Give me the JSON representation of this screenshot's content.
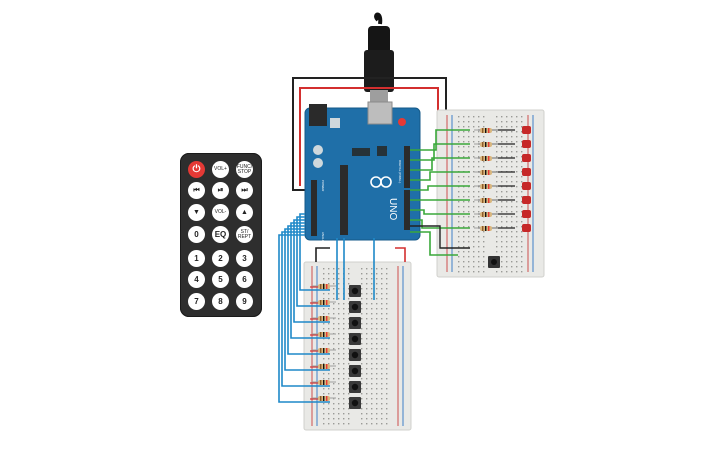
{
  "board": {
    "label": "UNO",
    "headers": [
      "ANALOG IN",
      "POWER",
      "DIGITAL (PWM~)"
    ],
    "brand_color": "#1f6fa8"
  },
  "remote": {
    "buttons": [
      {
        "label": "⏻",
        "name": "power-button"
      },
      {
        "label": "VOL+",
        "name": "vol-up-button"
      },
      {
        "label": "FUNC/ STOP",
        "name": "func-stop-button"
      },
      {
        "label": "⏮",
        "name": "prev-button"
      },
      {
        "label": "⏯",
        "name": "play-pause-button"
      },
      {
        "label": "⏭",
        "name": "next-button"
      },
      {
        "label": "▼",
        "name": "down-button"
      },
      {
        "label": "VOL-",
        "name": "vol-down-button"
      },
      {
        "label": "▲",
        "name": "up-button"
      },
      {
        "label": "0",
        "name": "digit-0-button"
      },
      {
        "label": "EQ",
        "name": "eq-button"
      },
      {
        "label": "ST/ REPT",
        "name": "st-rept-button"
      },
      {
        "label": "1",
        "name": "digit-1-button"
      },
      {
        "label": "2",
        "name": "digit-2-button"
      },
      {
        "label": "3",
        "name": "digit-3-button"
      },
      {
        "label": "4",
        "name": "digit-4-button"
      },
      {
        "label": "5",
        "name": "digit-5-button"
      },
      {
        "label": "6",
        "name": "digit-6-button"
      },
      {
        "label": "7",
        "name": "digit-7-button"
      },
      {
        "label": "8",
        "name": "digit-8-button"
      },
      {
        "label": "9",
        "name": "digit-9-button"
      }
    ]
  },
  "components": {
    "leds": 8,
    "led_color": "#c62828",
    "pushbuttons": 8,
    "led_resistors": 8,
    "button_resistors": 8
  },
  "colors": {
    "wire_blue": "#1e88c8",
    "wire_green": "#3aa83a",
    "wire_red": "#d32f2f",
    "wire_black": "#222222",
    "breadboard": "#e9e9e6"
  }
}
